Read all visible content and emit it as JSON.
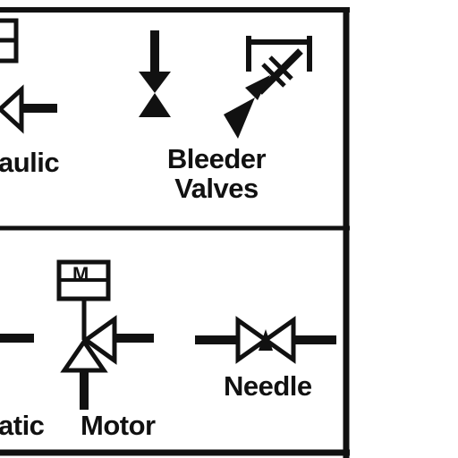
{
  "colors": {
    "ink": "#111111",
    "background": "#ffffff"
  },
  "labels": {
    "hydraulic_partial": "aulic",
    "bleeder_line1": "Bleeder",
    "bleeder_line2": "Valves",
    "pneumatic_partial": "atic",
    "motor": "Motor",
    "needle": "Needle",
    "motor_symbol_letter": "M"
  }
}
